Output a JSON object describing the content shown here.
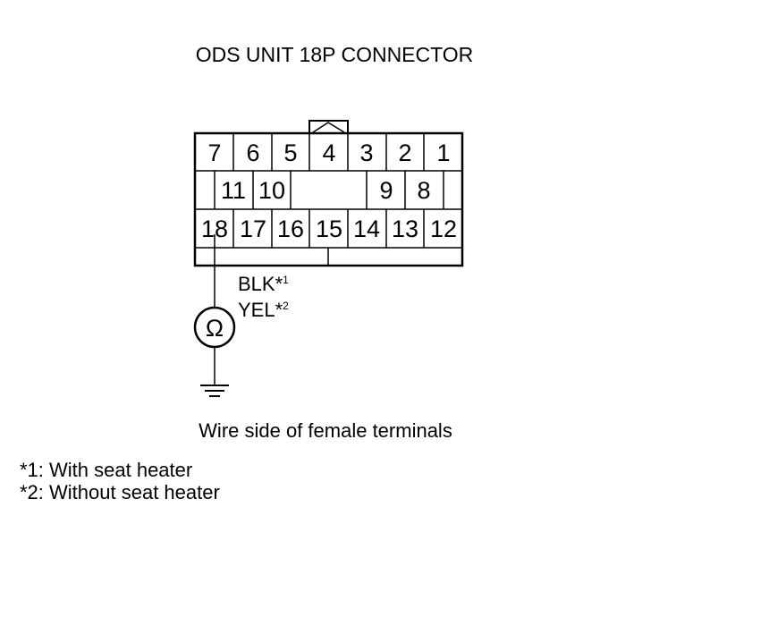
{
  "title": "ODS UNIT 18P CONNECTOR",
  "connector": {
    "top_row": [
      "7",
      "6",
      "5",
      "4",
      "3",
      "2",
      "1"
    ],
    "middle_row_left": [
      "11",
      "10"
    ],
    "middle_row_right": [
      "9",
      "8"
    ],
    "bottom_row": [
      "18",
      "17",
      "16",
      "15",
      "14",
      "13",
      "12"
    ]
  },
  "wire": {
    "color_1": "BLK*",
    "color_1_sup": "1",
    "color_2": "YEL*",
    "color_2_sup": "2",
    "meter_symbol": "Ω"
  },
  "caption": "Wire side of female terminals",
  "footnotes": {
    "note_1": "*1: With seat heater",
    "note_2": "*2: Without seat heater"
  }
}
